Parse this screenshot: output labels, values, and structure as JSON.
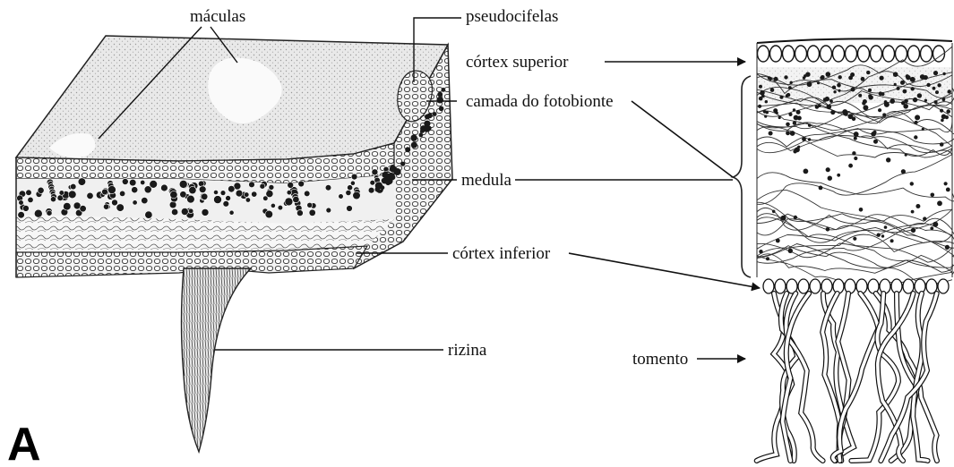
{
  "panel_letter": "A",
  "labels": {
    "maculas": "máculas",
    "pseudocifelas": "pseudocifelas",
    "cortex_superior": "córtex superior",
    "camada_fotobionte": "camada do fotobionte",
    "medula": "medula",
    "cortex_inferior": "córtex inferior",
    "rizina": "rizina",
    "tomento": "tomento"
  },
  "colors": {
    "ink": "#111111",
    "algae": "#1a1a1a",
    "paper": "#ffffff",
    "surface_stipple": "#d9d9d9"
  }
}
